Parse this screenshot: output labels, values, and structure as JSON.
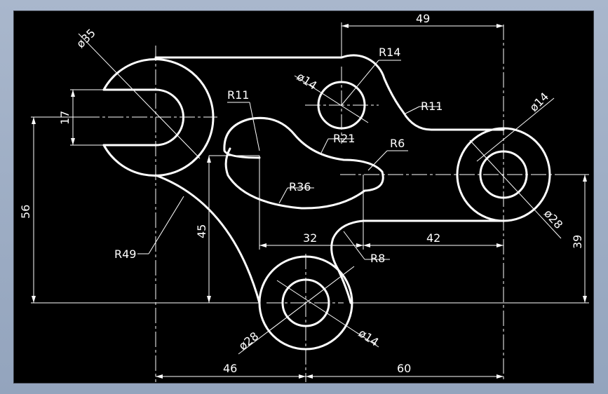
{
  "colors": {
    "background": "#000000",
    "outline": "#ffffff",
    "frame": "#a3b1c6"
  },
  "dimensions": {
    "d35": "ø35",
    "d17": "17",
    "d56": "56",
    "d49": "49",
    "r14": "R14",
    "d14_top": "ø14",
    "r11_right": "R11",
    "r11_left": "R11",
    "r21": "R21",
    "r6": "R6",
    "d14_right": "ø14",
    "r36": "R36",
    "d28_right": "ø28",
    "d45": "45",
    "d32": "32",
    "d42": "42",
    "d39": "39",
    "r49": "R49",
    "r8": "R8",
    "d28_bottom": "ø28",
    "d14_bottom": "ø14",
    "d46": "46",
    "d60": "60"
  }
}
